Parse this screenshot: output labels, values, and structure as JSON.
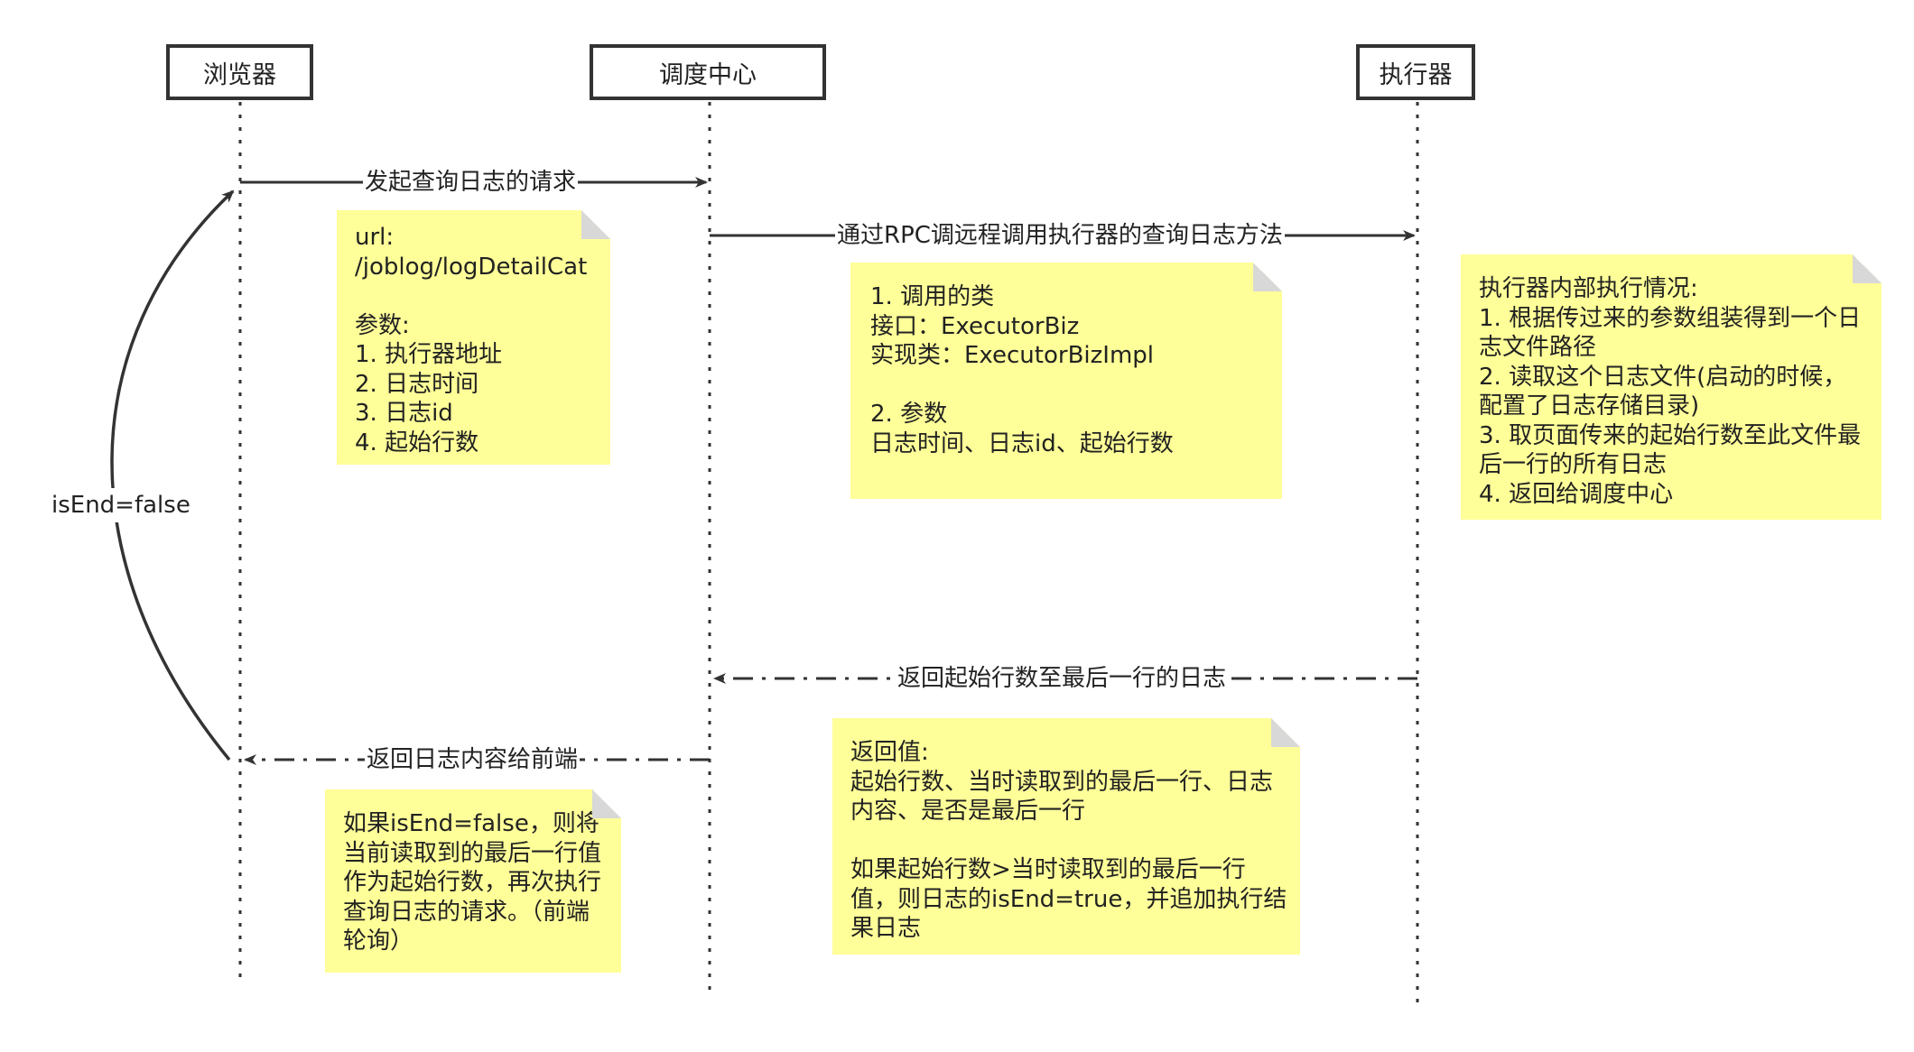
{
  "actors": {
    "browser": "浏览器",
    "scheduler": "调度中心",
    "executor": "执行器"
  },
  "messages": {
    "m1": "发起查询日志的请求",
    "m2": "通过RPC调远程调用执行器的查询日志方法",
    "m3": "返回起始行数至最后一行的日志",
    "m4": "返回日志内容给前端"
  },
  "loop": {
    "label": "isEnd=false"
  },
  "notes": {
    "request": {
      "lines": [
        "url:",
        "/joblog/logDetailCat",
        "",
        "参数:",
        "1. 执行器地址",
        "2. 日志时间",
        "3. 日志id",
        "4. 起始行数"
      ]
    },
    "rpc": {
      "lines": [
        "1. 调用的类",
        "    接口：ExecutorBiz",
        "    实现类：ExecutorBizImpl",
        "",
        "2. 参数",
        "    日志时间、日志id、起始行数"
      ]
    },
    "executor": {
      "lines": [
        "执行器内部执行情况:",
        "1. 根据传过来的参数组装得到一个日",
        "志文件路径",
        "2. 读取这个日志文件(启动的时候，",
        "配置了日志存储目录)",
        "3. 取页面传来的起始行数至此文件最",
        "后一行的所有日志",
        "4. 返回给调度中心"
      ]
    },
    "result": {
      "lines": [
        "返回值:",
        "起始行数、当时读取到的最后一行、日志",
        "内容、是否是最后一行",
        "",
        "如果起始行数>当时读取到的最后一行",
        "值，则日志的isEnd=true，并追加执行结",
        "果日志"
      ]
    },
    "polling": {
      "lines": [
        "如果isEnd=false，则将",
        "当前读取到的最后一行值",
        "作为起始行数，再次执行",
        "查询日志的请求。（前端",
        "轮询）"
      ]
    }
  }
}
